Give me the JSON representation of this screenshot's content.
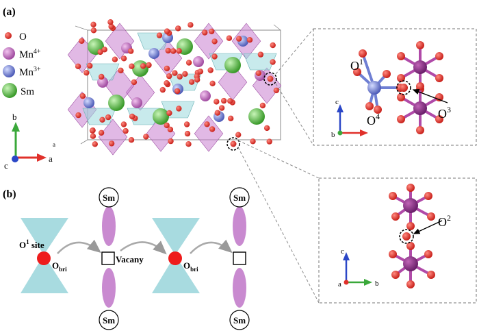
{
  "panel_a": {
    "label": "(a)",
    "legend": [
      {
        "text": "O",
        "sup": "",
        "color": "#d42a24"
      },
      {
        "text": "Mn",
        "sup": "4+",
        "color": "#c77ac4"
      },
      {
        "text": "Mn",
        "sup": "3+",
        "color": "#6f7fd3"
      },
      {
        "text": "Sm",
        "sup": "",
        "color": "#5cc24a"
      }
    ],
    "axes_main": {
      "up": "b",
      "right": "a",
      "origin": "c"
    },
    "stray_label": "a",
    "inset_top": {
      "labels": {
        "o1": "O",
        "o1_sup": "1",
        "o4": "O",
        "o4_sup": "4",
        "o3": "O",
        "o3_sup": "3"
      },
      "axes": {
        "up": "c",
        "left": "b"
      }
    },
    "inset_bottom": {
      "labels": {
        "o2": "O",
        "o2_sup": "2"
      },
      "axes": {
        "up": "c",
        "right": "b",
        "origin": "a"
      }
    }
  },
  "panel_b": {
    "label": "(b)",
    "site_label": "O",
    "site_sup": "1",
    "site_suffix": " site",
    "obri_main": "O",
    "obri_sub": "bri",
    "vacancy_label": "Vacany",
    "sm_label": "Sm"
  },
  "colors": {
    "oxygen": "#d42a24",
    "mn4": "#c77ac4",
    "mn3": "#6f7fd3",
    "sm": "#5cc24a",
    "octa_pink": "#c87fd0",
    "octa_cyan": "#9ad9dd",
    "hourglass": "#a8dbe0",
    "ellipse": "#c98ad0",
    "axis_red": "#e0302a",
    "axis_green": "#3aa83a",
    "axis_blue": "#2b47c7"
  }
}
